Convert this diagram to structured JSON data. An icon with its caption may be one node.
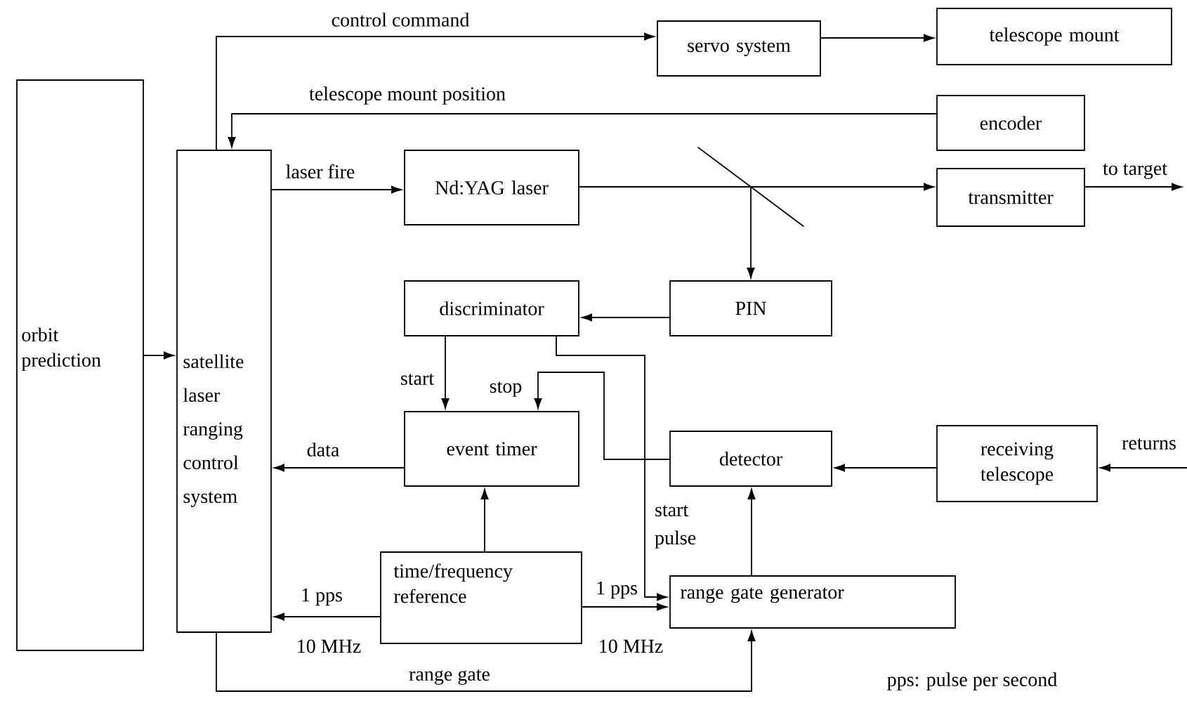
{
  "diagram": {
    "nodes": [
      {
        "text": [
          "orbit prediction"
        ]
      },
      {
        "text": [
          "satellite laser ranging control system"
        ]
      },
      {
        "text": [
          "servo system"
        ]
      },
      {
        "text": [
          "telescope mount"
        ]
      },
      {
        "text": [
          "encoder"
        ]
      },
      {
        "text": [
          "Nd:YAG laser"
        ]
      },
      {
        "text": [
          "transmitter"
        ]
      },
      {
        "text": [
          "discriminator"
        ]
      },
      {
        "text": [
          "PIN"
        ]
      },
      {
        "text": [
          "event timer"
        ]
      },
      {
        "text": [
          "detector"
        ]
      },
      {
        "text": [
          "receiving telescope"
        ]
      },
      {
        "text": [
          "time/frequency reference"
        ]
      },
      {
        "text": [
          "range gate generator"
        ]
      },
      {
        "text": [],
        "shape": "line"
      }
    ],
    "edges": [
      {
        "from": 1,
        "to": 2,
        "arrow": "to",
        "label": "control command"
      },
      {
        "from": 2,
        "to": 3,
        "arrow": "to"
      },
      {
        "from": 4,
        "to": 1,
        "arrow": "to",
        "label": "telescope mount position"
      },
      {
        "from": 1,
        "to": 5,
        "arrow": "to",
        "label": "laser fire"
      },
      {
        "from": 5,
        "to": 14,
        "arrow": "none"
      },
      {
        "from": 14,
        "to": 6,
        "arrow": "to"
      },
      {
        "from": 14,
        "to": 8,
        "arrow": "to"
      },
      {
        "from": 8,
        "to": 7,
        "arrow": "to"
      },
      {
        "from": 6,
        "to": null,
        "arrow": "to",
        "label": "to target"
      },
      {
        "from": 7,
        "to": 9,
        "arrow": "to",
        "label": "start"
      },
      {
        "from": 7,
        "to": 13,
        "arrow": "to",
        "label": "start pulse"
      },
      {
        "from": 10,
        "to": 9,
        "arrow": "to",
        "label": "stop"
      },
      {
        "from": 9,
        "to": 1,
        "arrow": "to",
        "label": "data"
      },
      {
        "from": null,
        "to": 11,
        "arrow": "to",
        "label": "returns"
      },
      {
        "from": 11,
        "to": 10,
        "arrow": "to"
      },
      {
        "from": 13,
        "to": 10,
        "arrow": "to"
      },
      {
        "from": 12,
        "to": 9,
        "arrow": "to"
      },
      {
        "from": 12,
        "to": 1,
        "arrow": "to",
        "label": "1 pps"
      },
      {
        "from": 12,
        "to": 13,
        "arrow": "to",
        "label": "1 pps"
      },
      {
        "from": 1,
        "to": 13,
        "arrow": "to",
        "label": "range gate"
      },
      {
        "from": 0,
        "to": 1,
        "arrow": "to"
      }
    ],
    "labels": [
      "10 MHz",
      "10 MHz",
      "pps: pulse per second"
    ]
  }
}
